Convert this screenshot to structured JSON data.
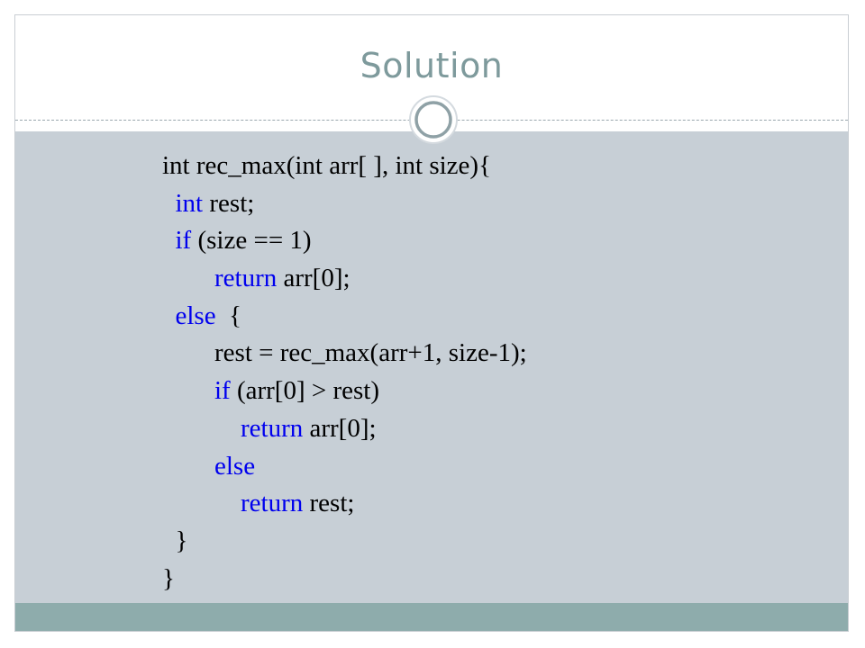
{
  "slide": {
    "title": "Solution"
  },
  "colors": {
    "title": "#7e9a9c",
    "content_background": "#c7cfd6",
    "footer_band": "#8eacac",
    "keyword": "#0000ee",
    "text": "#000000"
  },
  "code": {
    "lines": [
      {
        "indent": "",
        "keyword": "",
        "text": "int rec_max(int arr[ ], int size){"
      },
      {
        "indent": "  ",
        "keyword": "int",
        "text": " rest;"
      },
      {
        "indent": "  ",
        "keyword": "if",
        "text": " (size == 1)"
      },
      {
        "indent": "        ",
        "keyword": "return",
        "text": " arr[0];"
      },
      {
        "indent": "  ",
        "keyword": "else",
        "text": "  {"
      },
      {
        "indent": "        ",
        "keyword": "",
        "text": "rest = rec_max(arr+1, size-1);"
      },
      {
        "indent": "        ",
        "keyword": "if",
        "text": " (arr[0] > rest)"
      },
      {
        "indent": "            ",
        "keyword": "return",
        "text": " arr[0];"
      },
      {
        "indent": "        ",
        "keyword": "else",
        "text": ""
      },
      {
        "indent": "            ",
        "keyword": "return",
        "text": " rest;"
      },
      {
        "indent": "  ",
        "keyword": "",
        "text": "}"
      },
      {
        "indent": "",
        "keyword": "",
        "text": "}"
      }
    ]
  }
}
